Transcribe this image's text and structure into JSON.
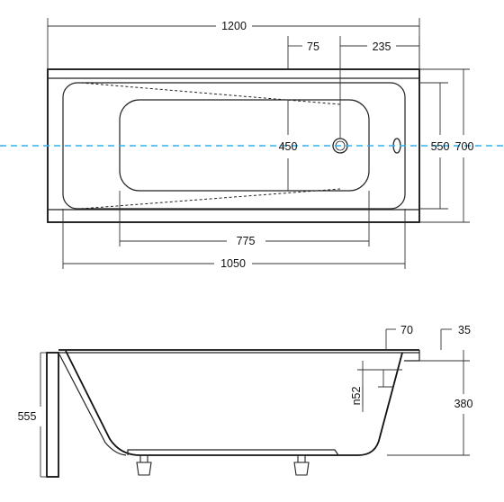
{
  "top_view": {
    "labels": {
      "overall_length": "1200",
      "waste_offset": "75",
      "waste_from_end": "235",
      "inner_width": "450",
      "rim_width": "550",
      "overall_width": "700",
      "inner_length": "775",
      "rim_length": "1050"
    }
  },
  "side_view": {
    "labels": {
      "rim_step": "70",
      "rim_thickness": "35",
      "total_height": "555",
      "overflow_height": "380",
      "overflow_diameter": "n52"
    }
  },
  "colors": {
    "line": "#222222",
    "center_axis": "#3ab0e6",
    "background": "#ffffff"
  }
}
